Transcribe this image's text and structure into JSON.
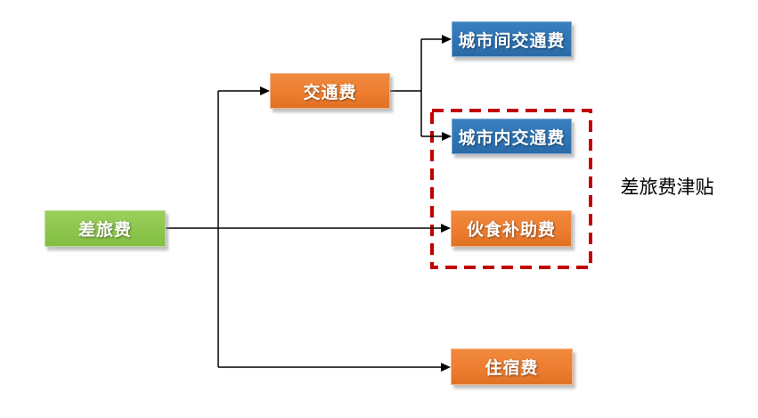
{
  "diagram": {
    "background_color": "#FFFFFF",
    "connector_color": "#000000",
    "nodes": {
      "root": {
        "label": "差旅费",
        "color": "#8CC64C",
        "text_color": "#FFFFFF"
      },
      "transport": {
        "label": "交通费",
        "color": "#ED7D31",
        "text_color": "#FFFFFF"
      },
      "intercity": {
        "label": "城市间交通费",
        "color": "#2E75B6",
        "text_color": "#FFFFFF"
      },
      "intracity": {
        "label": "城市内交通费",
        "color": "#2E75B6",
        "text_color": "#FFFFFF"
      },
      "meal": {
        "label": "伙食补助费",
        "color": "#ED7D31",
        "text_color": "#FFFFFF"
      },
      "lodging": {
        "label": "住宿费",
        "color": "#ED7D31",
        "text_color": "#FFFFFF"
      }
    },
    "annotation": {
      "label": "差旅费津贴",
      "box_color": "#C00000",
      "box_style": "dashed",
      "text_color": "#000000"
    },
    "edges": [
      {
        "from": "root",
        "to": "transport"
      },
      {
        "from": "root",
        "to": "meal"
      },
      {
        "from": "root",
        "to": "lodging"
      },
      {
        "from": "transport",
        "to": "intercity"
      },
      {
        "from": "transport",
        "to": "intracity"
      }
    ],
    "annotation_contains": [
      "intracity",
      "meal"
    ]
  }
}
